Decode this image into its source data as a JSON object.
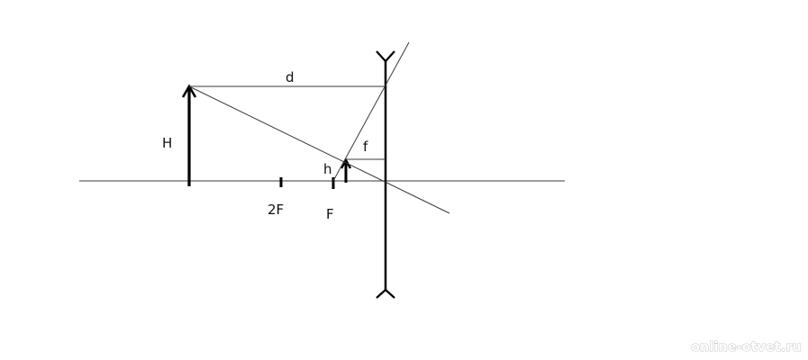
{
  "diagram": {
    "labels": {
      "d": "d",
      "H": "H",
      "f": "f",
      "h": "h",
      "two_f": "2F",
      "f_point": "F"
    },
    "watermark": "online-otvet.ru",
    "colors": {
      "ink": "#000000",
      "thin_line": "#3a3a3a",
      "watermark_outline": "#c8c8c8"
    }
  }
}
